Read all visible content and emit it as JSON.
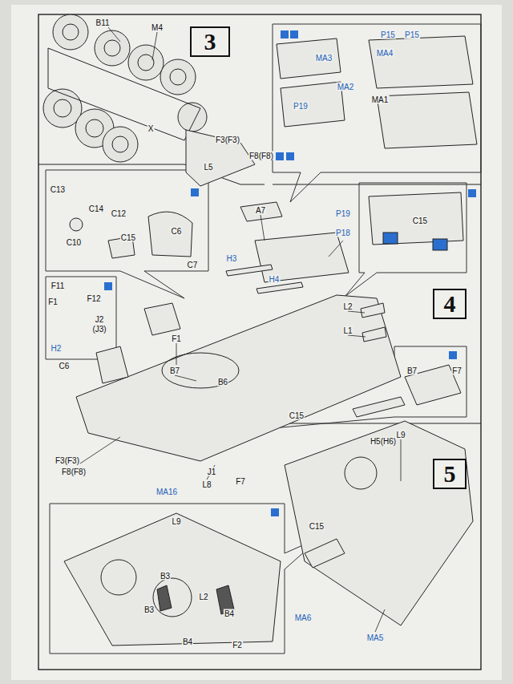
{
  "diagram": {
    "nodes": [
      {
        "text": [
          "3"
        ]
      },
      {
        "text": [
          "4"
        ]
      },
      {
        "text": [
          "5"
        ]
      }
    ],
    "labels": [
      "B11",
      "M4",
      "X",
      "F3(F3)",
      "F8(F8)",
      "L5",
      "C13",
      "C14",
      "C12",
      "C10",
      "C15",
      "C6",
      "C7",
      "F11",
      "F12",
      "F1",
      "J2",
      "(J3)",
      "H2",
      "A7",
      "H3",
      "H4",
      "P19",
      "P18",
      "F1",
      "C6",
      "B7",
      "B6",
      "L2",
      "L1",
      "H5(H6)",
      "C15",
      "F3(F3)",
      "F8(F8)",
      "MA16",
      "L8",
      "J1",
      "F7",
      "MA3",
      "MA2",
      "P19",
      "P15",
      "P15",
      "MA4",
      "MA1",
      "C15",
      "B7",
      "F7",
      "L9",
      "C15",
      "MA6",
      "MA5",
      "L9",
      "B3",
      "L2",
      "B3",
      "B4",
      "B4",
      "F2"
    ]
  }
}
